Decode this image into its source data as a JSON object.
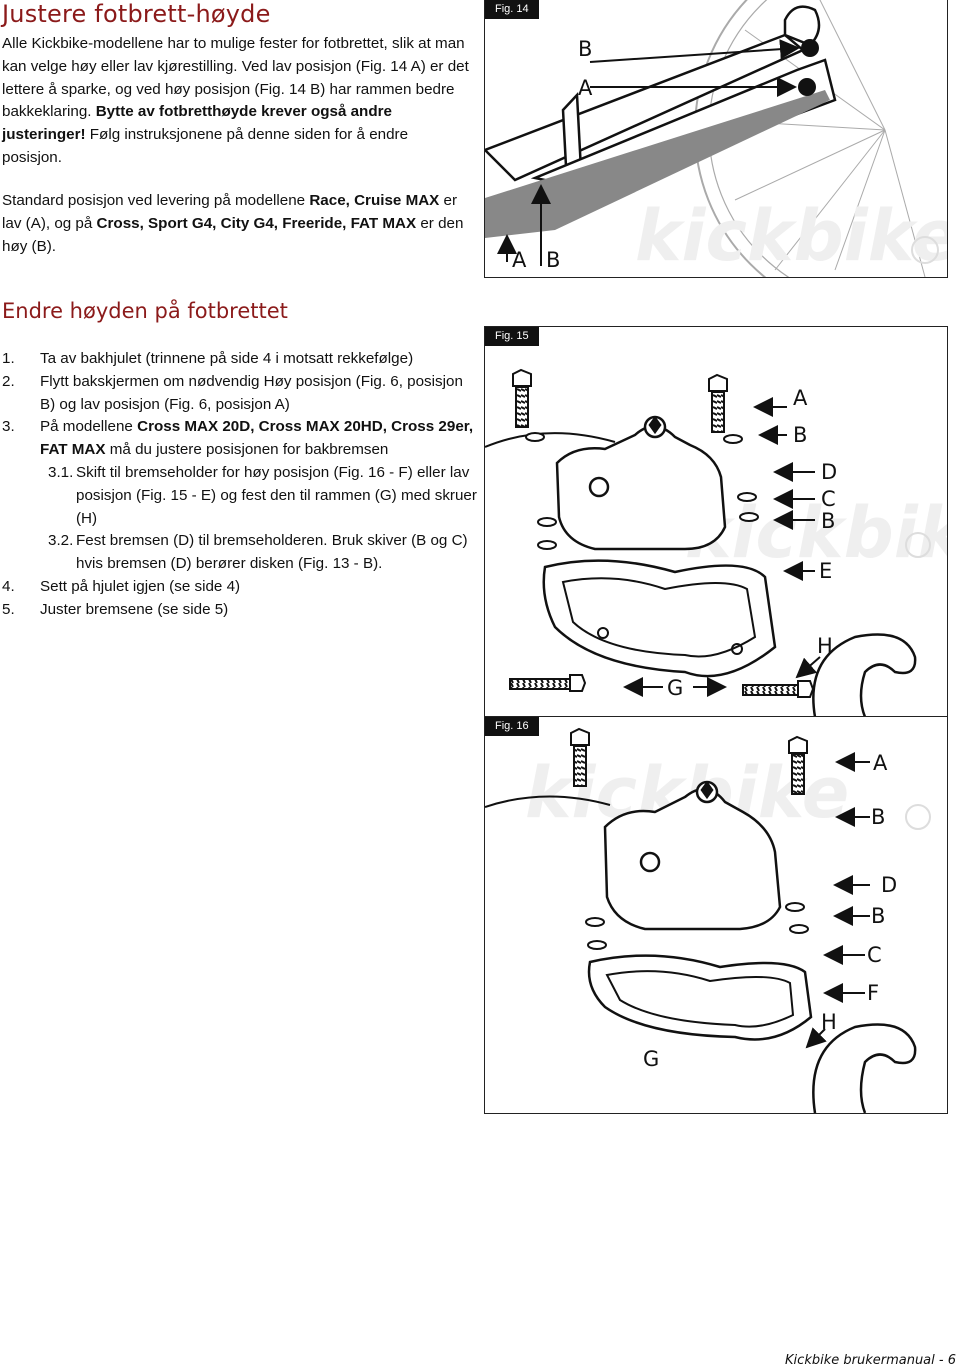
{
  "title": "Justere fotbrett-høyde",
  "intro": {
    "part1": "Alle Kickbike-modellene har to mulige fester for fotbrettet, slik at man kan velge høy eller lav kjørestilling. Ved lav posisjon (Fig. 14 A) er det lettere å sparke, og ved høy posisjon (Fig. 14 B) har rammen bedre bakkeklaring. ",
    "bold": "Bytte av fotbretthøyde krever også andre justeringer!",
    "part2": " Følg instruksjonene på denne siden for å endre posisjon."
  },
  "standard": {
    "t1": "Standard posisjon ved levering på modellene ",
    "b1": "Race, Cruise MAX",
    "t2": " er lav (A), og på ",
    "b2": "Cross, Sport G4, City G4, Freeride, FAT MAX",
    "t3": " er den høy (B)."
  },
  "section_title": "Endre høyden på fotbrettet",
  "steps": [
    {
      "num": "1.",
      "text": "Ta av bakhjulet (trinnene på side 4 i motsatt rekkefølge)"
    },
    {
      "num": "2.",
      "text": "Flytt bakskjermen om nødvendig Høy posisjon (Fig. 6, posisjon B) og lav posisjon (Fig. 6, posisjon A)"
    },
    {
      "num": "3.",
      "pre": "På modellene ",
      "bold": "Cross MAX 20D, Cross MAX 20HD, Cross 29er, FAT MAX",
      "post": " må du justere posisjonen for bakbremsen"
    },
    {
      "num": "3.1.",
      "text": "Skift til bremseholder for høy posisjon (Fig. 16 - F) eller lav posisjon (Fig. 15 - E) og fest den til rammen (G) med skruer (H)"
    },
    {
      "num": "3.2.",
      "text": "Fest bremsen (D) til bremseholderen. Bruk skiver (B og C) hvis bremsen (D) berører disken (Fig. 13 - B)."
    },
    {
      "num": "4.",
      "text": "Sett på hjulet igjen (se side 4)"
    },
    {
      "num": "5.",
      "text": "Juster bremsene (se side 5)"
    }
  ],
  "fig14": {
    "tag": "Fig. 14",
    "labels": {
      "b_top": "B",
      "a_top": "A",
      "a_bottom": "A",
      "b_bottom": "B"
    }
  },
  "fig15": {
    "tag": "Fig. 15",
    "labels": {
      "a": "A",
      "b1": "B",
      "d": "D",
      "c": "C",
      "b2": "B",
      "e": "E",
      "h": "H",
      "g": "G"
    }
  },
  "fig16": {
    "tag": "Fig. 16",
    "labels": {
      "a": "A",
      "b1": "B",
      "d": "D",
      "b2": "B",
      "c": "C",
      "f": "F",
      "h": "H",
      "g": "G"
    }
  },
  "footer": "Kickbike brukermanual - 6"
}
